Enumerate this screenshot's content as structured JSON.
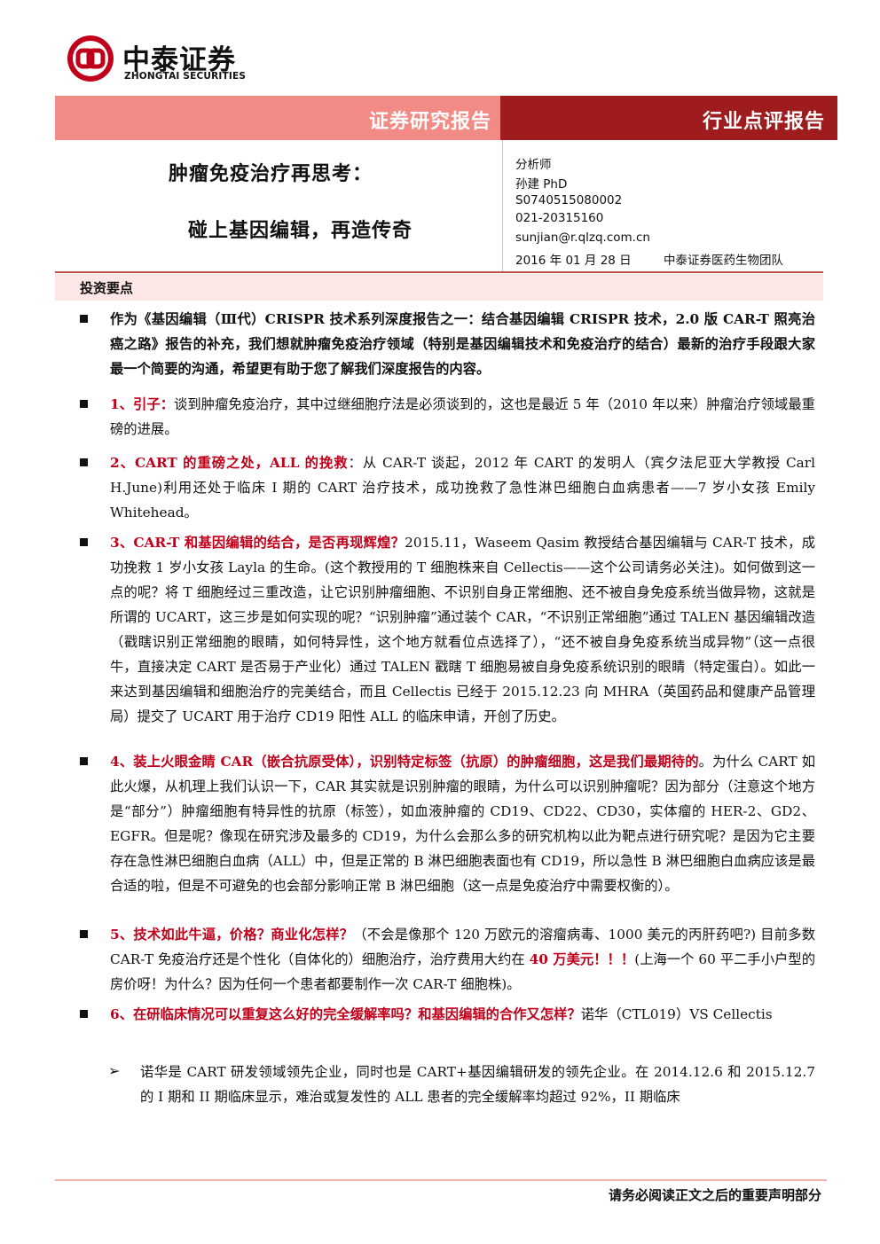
{
  "logo": {
    "name_cn": "中泰证券",
    "name_en": "ZHONGTAI SECURITIES",
    "mark_color": "#c0001a"
  },
  "header": {
    "left_label": "证券研究报告",
    "right_label": "行业点评报告",
    "left_color": "#f28b85",
    "right_color": "#9e1b1e"
  },
  "title": {
    "line1": "肿瘤免疫治疗再思考：",
    "line2": "碰上基因编辑，再造传奇"
  },
  "analyst": {
    "role": "分析师",
    "name": "孙建 PhD",
    "license": "S0740515080002",
    "phone": "021-20315160",
    "email": "sunjian@r.qlzq.com.cn",
    "date": "2016 年 01 月 28 日",
    "team": "中泰证券医药生物团队"
  },
  "section": {
    "title": "投资要点"
  },
  "paragraphs": {
    "p1": {
      "b1": "作为《基因编辑（Ⅲ代）CRISPR 技术系列深度报告之一：结合基因编辑 CRISPR 技术，2.0 版 CAR-T 照亮治癌之路》报告的补充，我们想就肿瘤免疫治疗领域（特别是基因编辑技术和免疫治疗的结合）最新的治疗手段跟大家最一个简要的沟通，希望更有助于您了解我们深度报告的内容。"
    },
    "p2": {
      "r1": "1、引子：",
      "t1": "谈到肿瘤免疫治疗，其中过继细胞疗法是必须谈到的，这也是最近 5 年（2010 年以来）肿瘤治疗领域最重磅的进展。"
    },
    "p3": {
      "r1": "2、CART 的重磅之处，ALL 的挽救",
      "t1": "：从 CAR-T 谈起，2012 年 CART 的发明人（宾夕法尼亚大学教授 Carl H.June)利用还处于临床 I 期的 CART 治疗技术，成功挽救了急性淋巴细胞白血病患者——7 岁小女孩 Emily Whitehead。"
    },
    "p4": {
      "r1": "3、CAR-T 和基因编辑的结合，是否再现辉煌？",
      "t1": "2015.11，Waseem Qasim 教授结合基因编辑与 CAR-T 技术，成功挽救 1 岁小女孩 Layla 的生命。(这个教授用的 T 细胞株来自 Cellectis——这个公司请务必关注)。如何做到这一点的呢？将 T 细胞经过三重改造，让它识别肿瘤细胞、不识别自身正常细胞、还不被自身免疫系统当做异物，这就是所谓的 UCART，这三步是如何实现的呢？“识别肿瘤”通过装个 CAR，“不识别正常细胞”通过 TALEN 基因编辑改造（戳瞎识别正常细胞的眼睛，如何特异性，这个地方就看位点选择了），“还不被自身免疫系统当成异物”（这一点很牛，直接决定 CART 是否易于产业化）通过 TALEN 戳瞎 T 细胞易被自身免疫系统识别的眼睛（特定蛋白）。如此一来达到基因编辑和细胞治疗的完美结合，而且 Cellectis 已经于 2015.12.23 向 MHRA（英国药品和健康产品管理局）提交了 UCART 用于治疗 CD19 阳性 ALL 的临床申请，开创了历史。"
    },
    "p5": {
      "r1": "4、装上火眼金睛 CAR（嵌合抗原受体），识别特定标签（抗原）的肿瘤细胞，这是我们最期待的",
      "t1": "。为什么 CART 如此火爆，从机理上我们认识一下，CAR 其实就是识别肿瘤的眼睛，为什么可以识别肿瘤呢？因为部分（注意这个地方是“部分”）肿瘤细胞有特异性的抗原（标签），如血液肿瘤的 CD19、CD22、CD30，实体瘤的 HER-2、GD2、EGFR。但是呢？像现在研究涉及最多的 CD19，为什么会那么多的研究机构以此为靶点进行研究呢？是因为它主要存在急性淋巴细胞白血病（ALL）中，但是正常的 B 淋巴细胞表面也有 CD19，所以急性 B 淋巴细胞白血病应该是最合适的啦，但是不可避免的也会部分影响正常 B 淋巴细胞（这一点是免疫治疗中需要权衡的）。"
    },
    "p6": {
      "r1": "5、技术如此牛逼，价格？商业化怎样？",
      "t1": "（不会是像那个 120 万欧元的溶瘤病毒、1000 美元的丙肝药吧?) 目前多数 CAR-T 免疫治疗还是个性化（自体化的）细胞治疗，治疗费用大约在 ",
      "r2": "40 万美元！！！",
      "t2": "(上海一个 60 平二手小户型的房价呀！为什么？因为任何一个患者都要制作一次 CAR-T 细胞株)。"
    },
    "p7": {
      "r1": "6、在研临床情况可以重复这么好的完全缓解率吗？和基因编辑的合作又怎样？",
      "t1": "诺华（CTL019）VS Cellectis"
    },
    "p8": {
      "t1": "诺华是 CART 研发领域领先企业，同时也是 CART+基因编辑研发的领先企业。在 2014.12.6 和 2015.12.7 的 I 期和 II 期临床显示，难治或复发性的 ALL 患者的完全缓解率均超过 92%，II 期临床"
    }
  },
  "footer": {
    "text": "请务必阅读正文之后的重要声明部分"
  }
}
